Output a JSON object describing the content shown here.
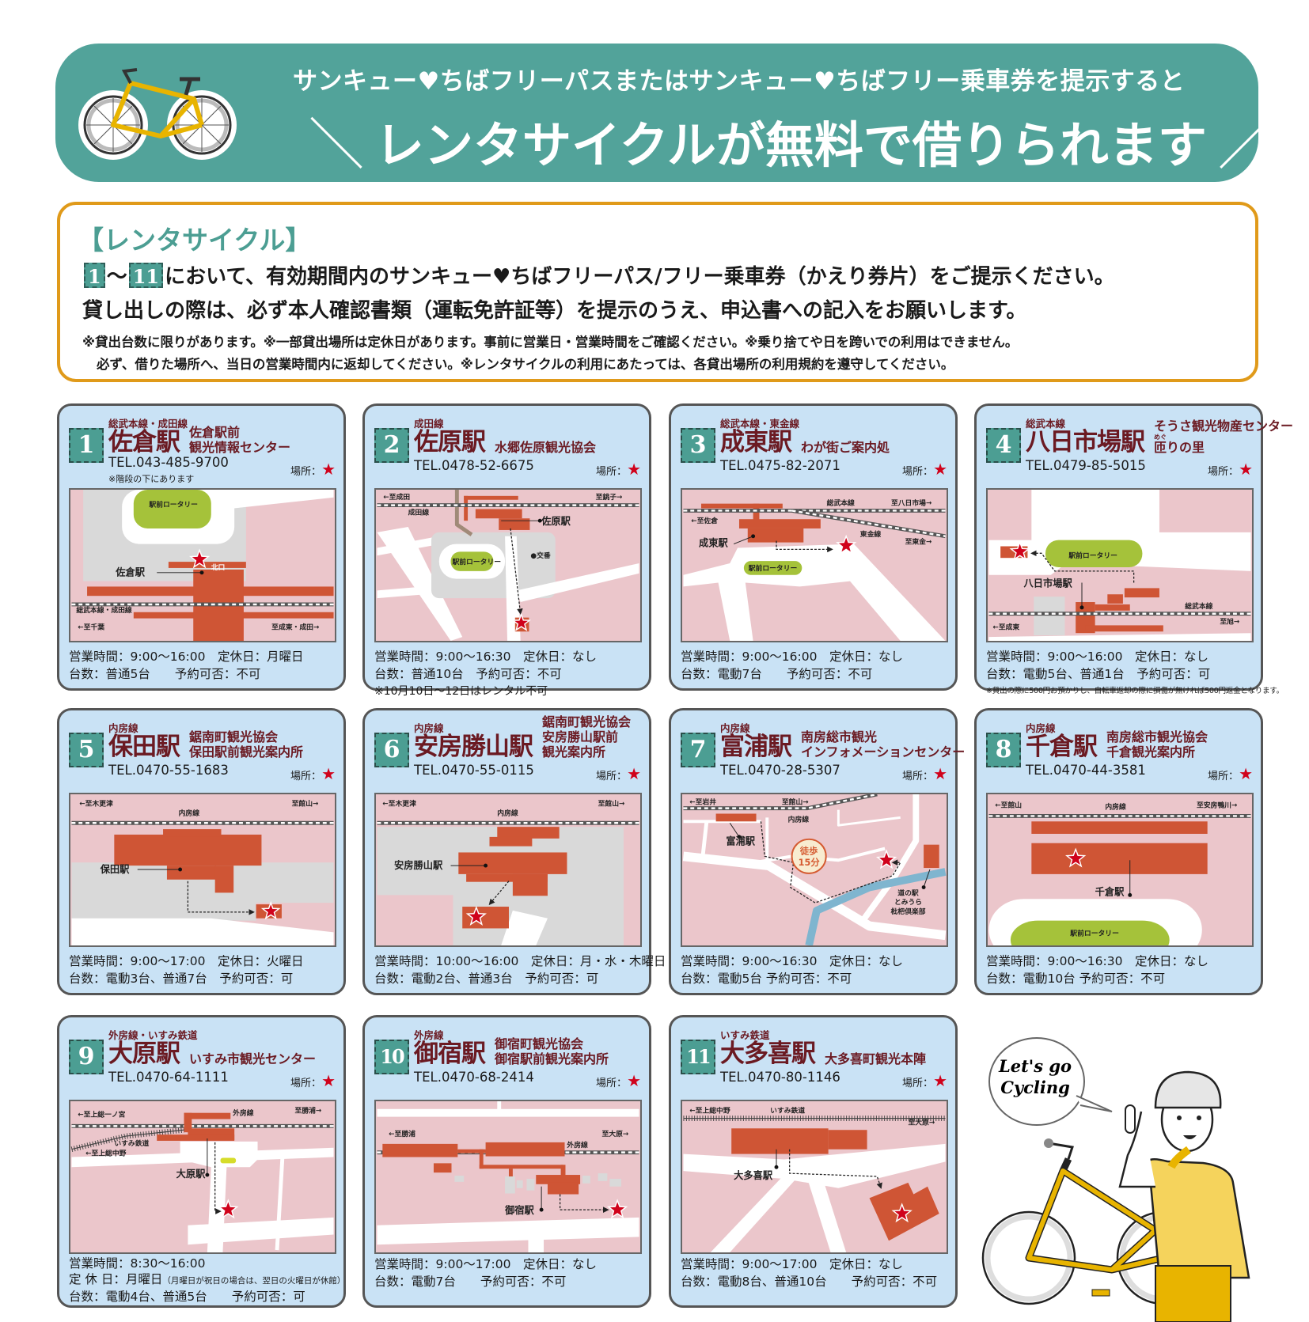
{
  "banner": {
    "line1": "サンキュー♥ちばフリーパスまたはサンキュー♥ちばフリー乗車券を提示すると",
    "slash_left": "＼",
    "line2": "レンタサイクルが無料で借りられます",
    "slash_right": "／"
  },
  "notice": {
    "title": "【レンタサイクル】",
    "badge_from": "1",
    "tilde": "～",
    "badge_to": "11",
    "line1": "において、有効期間内のサンキュー♥ちばフリーパス/フリー乗車券（かえり券片）をご提示ください。",
    "line2": "貸し出しの際は、必ず本人確認書類（運転免許証等）を提示のうえ、申込書への記入をお願いします。",
    "note1": "※貸出台数に限りがあります。※一部貸出場所は定休日があります。事前に営業日・営業時間をご確認ください。※乗り捨てや日を跨いでの利用はできません。",
    "note2": "必ず、借りた場所へ、当日の営業時間内に返却してください。※レンタサイクルの利用にあたっては、各貸出場所の利用規約を遵守してください。"
  },
  "place_label": "場所：",
  "place_icon": "★",
  "cards": [
    {
      "num": "1",
      "line": "総武本線・成田線",
      "name": "佐倉駅",
      "office": [
        "佐倉駅前",
        "観光情報センター"
      ],
      "tel": "TEL.043-485-9700",
      "note": "※階段の下にあります",
      "footer": [
        "営業時間：9:00～16:00　定休日：月曜日",
        "台数：普通5台　　予約可否：不可"
      ],
      "map_labels": [
        "駅前ロータリー",
        "佐倉駅",
        "北口",
        "総武本線・成田線",
        "←至千葉",
        "至成東・成田→"
      ]
    },
    {
      "num": "2",
      "line": "成田線",
      "name": "佐原駅",
      "office": [
        "水郷佐原観光協会"
      ],
      "tel": "TEL.0478-52-6675",
      "footer": [
        "営業時間：9:00～16:30　定休日：なし",
        "台数：普通10台　予約可否：不可",
        "※10月10日～12日はレンタル不可"
      ],
      "map_labels": [
        "←至成田",
        "至銚子→",
        "成田線",
        "佐原駅",
        "駅前ロータリー",
        "●交番"
      ]
    },
    {
      "num": "3",
      "line": "総武本線・東金線",
      "name": "成東駅",
      "office": [
        "わが街ご案内処"
      ],
      "tel": "TEL.0475-82-2071",
      "footer": [
        "営業時間：9:00～16:00　定休日：なし",
        "台数：電動7台　　予約可否：不可"
      ],
      "map_labels": [
        "総武本線",
        "至八日市場→",
        "←至佐倉",
        "東金線",
        "至東金→",
        "成東駅",
        "駅前ロータリー"
      ]
    },
    {
      "num": "4",
      "line": "総武本線",
      "name": "八日市場駅",
      "office": [
        "そうさ観光物産センター",
        {
          "ruby_base": "匝",
          "ruby": "めぐ",
          "rest": "りの里"
        }
      ],
      "tel": "TEL.0479-85-5015",
      "footer": [
        "営業時間：9:00～16:00　定休日：なし",
        "台数：電動5台、普通1台　予約可否：可",
        "※貸出の際に500円お預かりし、自転車返却の際に損傷が無ければ500円返金となります。"
      ],
      "map_labels": [
        "駅前ロータリー",
        "八日市場駅",
        "総武本線",
        "←至成東",
        "至旭→"
      ]
    },
    {
      "num": "5",
      "line": "内房線",
      "name": "保田駅",
      "office": [
        "鋸南町観光協会",
        "保田駅前観光案内所"
      ],
      "tel": "TEL.0470-55-1683",
      "footer": [
        "営業時間：9:00～17:00　定休日：火曜日",
        "台数：電動3台、普通7台　予約可否：可"
      ],
      "map_labels": [
        "←至木更津",
        "至館山→",
        "内房線",
        "保田駅"
      ]
    },
    {
      "num": "6",
      "line": "内房線",
      "name": "安房勝山駅",
      "office": [
        "鋸南町観光協会",
        "安房勝山駅前",
        "観光案内所"
      ],
      "tel": "TEL.0470-55-0115",
      "footer": [
        "営業時間：10:00～16:00　定休日：月・水・木曜日",
        "台数：電動2台、普通3台　予約可否：可"
      ],
      "map_labels": [
        "←至木更津",
        "至館山→",
        "内房線",
        "安房勝山駅"
      ]
    },
    {
      "num": "7",
      "line": "内房線",
      "name": "富浦駅",
      "office": [
        "南房総市観光",
        "インフォメーションセンター"
      ],
      "tel": "TEL.0470-28-5307",
      "footer": [
        "営業時間：9:00～16:30　定休日：なし",
        "台数：電動5台 予約可否：不可"
      ],
      "map_labels": [
        "←至岩井",
        "至館山→",
        "内房線",
        "富浦駅",
        "徒歩",
        "15分",
        "道の駅",
        "とみうら",
        "枇杷倶楽部"
      ]
    },
    {
      "num": "8",
      "line": "内房線",
      "name": "千倉駅",
      "office": [
        "南房総市観光協会",
        "千倉観光案内所"
      ],
      "tel": "TEL.0470-44-3581",
      "footer": [
        "営業時間：9:00～16:30　定休日：なし",
        "台数：電動10台 予約可否：不可"
      ],
      "map_labels": [
        "←至館山",
        "内房線",
        "至安房鴨川→",
        "千倉駅",
        "駅前ロータリー"
      ]
    },
    {
      "num": "9",
      "line": "外房線・いすみ鉄道",
      "name": "大原駅",
      "office": [
        "いすみ市観光センター"
      ],
      "tel": "TEL.0470-64-1111",
      "footer": [
        "営業時間：8:30～16:00",
        [
          "定 休 日：月曜日",
          "（月曜日が祝日の場合は、翌日の火曜日が休館）"
        ],
        "台数：電動4台、普通5台　　予約可否：可"
      ],
      "map_labels": [
        "←至上総一ノ宮",
        "外房線",
        "至勝浦→",
        "いすみ鉄道",
        "←至上総中野",
        "大原駅"
      ]
    },
    {
      "num": "10",
      "line": "外房線",
      "name": "御宿駅",
      "office": [
        "御宿町観光協会",
        "御宿駅前観光案内所"
      ],
      "tel": "TEL.0470-68-2414",
      "footer": [
        "営業時間：9:00～17:00　定休日：なし",
        "台数：電動7台　　予約可否：不可"
      ],
      "map_labels": [
        "←至勝浦",
        "至大原→",
        "外房線",
        "御宿駅"
      ]
    },
    {
      "num": "11",
      "line": "いすみ鉄道",
      "name": "大多喜駅",
      "office": [
        "大多喜町観光本陣"
      ],
      "tel": "TEL.0470-80-1146",
      "footer": [
        "営業時間：9:00～17:00　定休日：なし",
        "台数：電動8台、普通10台　　予約可否：不可"
      ],
      "map_labels": [
        "←至上総中野",
        "いすみ鉄道",
        "至大原→",
        "大多喜駅"
      ]
    }
  ],
  "illustration": {
    "speech_line1": "Let's go",
    "speech_line2": "Cycling"
  },
  "colors": {
    "teal": "#52a39a",
    "orange_border": "#e09a1a",
    "maroon": "#6b1a22",
    "card_bg": "#c9e2f5",
    "map_pink": "#ebc6cb",
    "station": "#cf5535",
    "star": "#d0021b",
    "rotary": "#a5c23a"
  }
}
